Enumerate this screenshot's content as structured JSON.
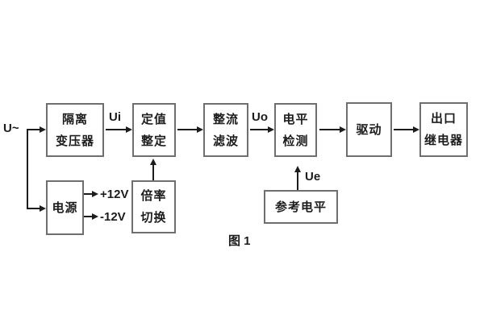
{
  "figure_caption": "图 1",
  "signals": {
    "input": "U~",
    "ui": "Ui",
    "uo": "Uo",
    "ue": "Ue",
    "plus12": "+12V",
    "minus12": "-12V"
  },
  "blocks": {
    "isolation_transformer": {
      "line1": "隔离",
      "line2": "变压器"
    },
    "value_setting": {
      "line1": "定值",
      "line2": "整定"
    },
    "rectify_filter": {
      "line1": "整流",
      "line2": "滤波"
    },
    "level_detect": {
      "line1": "电平",
      "line2": "检测"
    },
    "drive": {
      "line1": "驱动"
    },
    "outlet_relay": {
      "line1": "出口",
      "line2": "继电器"
    },
    "power": {
      "line1": "电源"
    },
    "ratio_switch": {
      "line1": "倍率",
      "line2": "切换"
    },
    "reference_level": {
      "line1": "参考电平"
    }
  },
  "colors": {
    "background": "#ffffff",
    "box_border": "#6e6e6e",
    "line": "#1c1c1c",
    "text": "#1c1c1c"
  }
}
